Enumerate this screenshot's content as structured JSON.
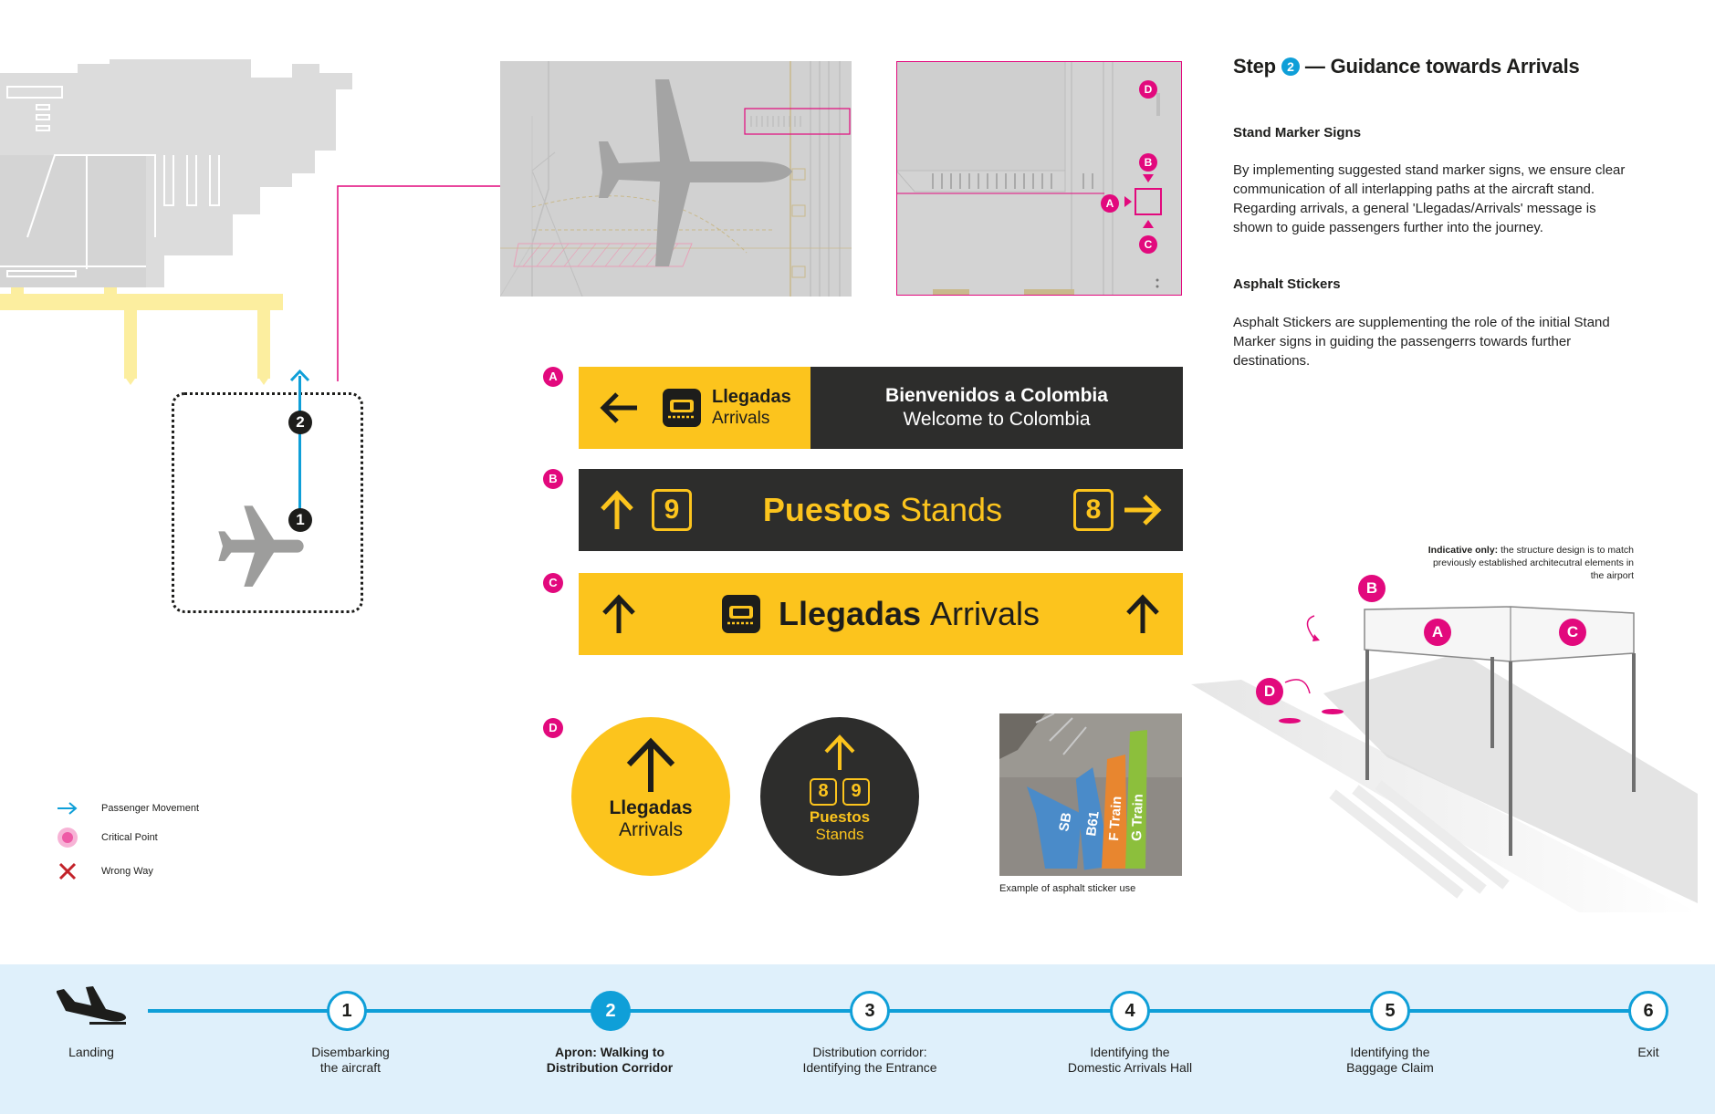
{
  "step": {
    "prefix": "Step",
    "number": "2",
    "title": "— Guidance towards Arrivals"
  },
  "sections": [
    {
      "heading": "Stand Marker Signs",
      "body": "By implementing suggested stand marker signs, we ensure clear communication of all interlapping paths at the aircraft stand. Regarding arrivals, a general 'Llegadas/Arrivals' message is shown to guide passengers further into the journey."
    },
    {
      "heading": "Asphalt Stickers",
      "body": "Asphalt Stickers are supplementing the role of the initial Stand Marker signs in guiding the passengerrs towards further destinations."
    }
  ],
  "markers": {
    "a": "A",
    "b": "B",
    "c": "C",
    "d": "D"
  },
  "stand_numbers": {
    "one": "1",
    "two": "2"
  },
  "sign_a": {
    "left_es": "Llegadas",
    "left_en": "Arrivals",
    "right_es": "Bienvenidos a Colombia",
    "right_en": "Welcome to Colombia"
  },
  "sign_b": {
    "left_number": "9",
    "es": "Puestos",
    "en": "Stands",
    "right_number": "8"
  },
  "sign_c": {
    "es": "Llegadas",
    "en": "Arrivals"
  },
  "sticker_arrivals": {
    "es": "Llegadas",
    "en": "Arrivals"
  },
  "sticker_stands": {
    "num_left": "8",
    "num_right": "9",
    "es": "Puestos",
    "en": "Stands"
  },
  "photo": {
    "caption": "Example of asphalt sticker use",
    "stripes": [
      "SB",
      "B61",
      "F Train",
      "G Train"
    ]
  },
  "indicative_note": {
    "bold": "Indicative only:",
    "text": " the structure design is to match previously established architecutral elements in the airport"
  },
  "legend": [
    {
      "label": "Passenger Movement",
      "icon": "arrow-right-icon"
    },
    {
      "label": "Critical Point",
      "icon": "critical-point-icon"
    },
    {
      "label": "Wrong Way",
      "icon": "cross-icon"
    }
  ],
  "timeline": {
    "start_label": "Landing",
    "steps": [
      {
        "num": "1",
        "label": "Disembarking\nthe aircraft"
      },
      {
        "num": "2",
        "label": "Apron: Walking to\nDistribution Corridor",
        "active": true
      },
      {
        "num": "3",
        "label": "Distribution corridor:\nIdentifying the Entrance"
      },
      {
        "num": "4",
        "label": "Identifying the\nDomestic Arrivals Hall"
      },
      {
        "num": "5",
        "label": "Identifying the\nBaggage Claim"
      },
      {
        "num": "6",
        "label": "Exit"
      }
    ]
  },
  "colors": {
    "yellow": "#fcc41d",
    "dark": "#2d2d2c",
    "magenta": "#e2097d",
    "blue": "#0f9fd8",
    "timeline_bg": "#dff0fb"
  }
}
